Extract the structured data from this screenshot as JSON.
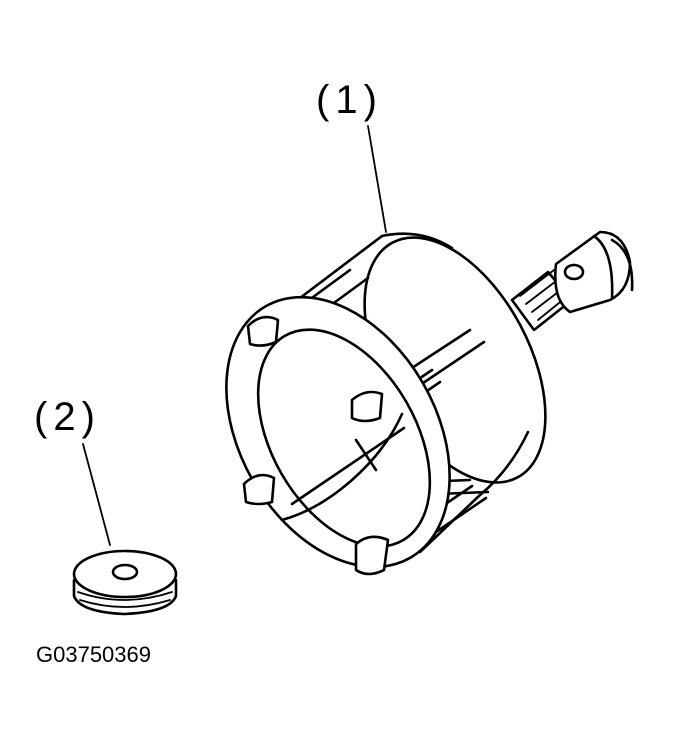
{
  "callouts": {
    "one": "(1)",
    "two": "(2)"
  },
  "figure_code": "G03750369",
  "colors": {
    "ink": "#000000",
    "background": "#ffffff"
  }
}
